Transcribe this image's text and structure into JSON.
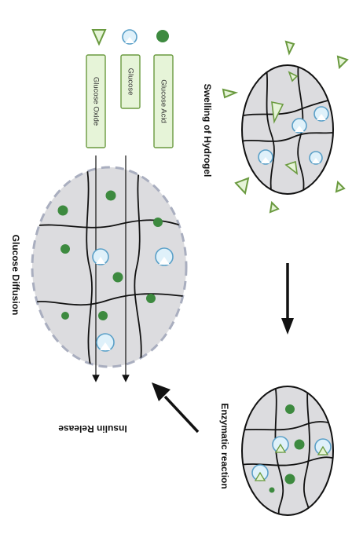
{
  "labels": {
    "swelling": "Swelling of Hydrogel",
    "glucose_diffusion": "Glucose Diffusion",
    "enzymatic_reaction": "Enzymatic reaction",
    "insulin_release": "Insulin Release"
  },
  "legend": {
    "glucose_oxide": "Glucose Oxide",
    "glucose": "Glucose",
    "glucose_acid": "Glucose Acid"
  },
  "colors": {
    "hydrogel_fill": "#dcdcdf",
    "mesh_line": "#111111",
    "glucose_acid_green": "#3d8a3f",
    "glucose_fill": "#dff1fa",
    "glucose_stroke": "#5aa0c8",
    "oxide_fill": "#e6f4d8",
    "oxide_stroke": "#6a9a3f",
    "legend_box_fill": "#e6f4d8",
    "legend_box_stroke": "#6a9a3f",
    "dashed_border": "#a9aebf",
    "arrow": "#111111"
  },
  "icons": {
    "glucose": "pacman-glucose-icon",
    "glucose_oxide": "triangle-oxide-icon",
    "glucose_acid": "green-dot-icon"
  }
}
